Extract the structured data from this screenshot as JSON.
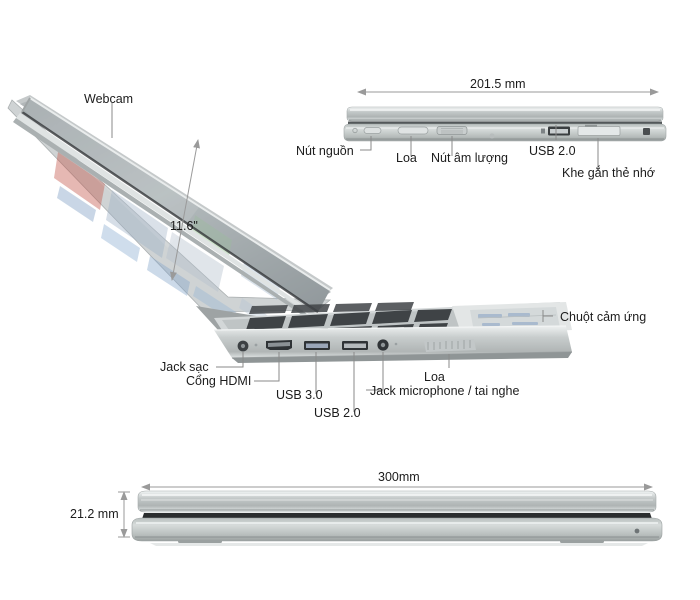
{
  "figure": {
    "subject": "laptop-dimension-diagram",
    "background_color": "#ffffff",
    "text_color": "#1c1c1c",
    "leader_line_color": "#8a8a8a",
    "body_silver": "#c9cdce",
    "body_silver_light": "#eef1f2",
    "body_shadow": "#7e8486",
    "screen_dark": "#6f7478",
    "key_dark": "#3a3d40"
  },
  "views": {
    "open_laptop": {
      "name": "open-laptop-three-quarter-view",
      "screen_size_label": "11.6\"",
      "callouts": {
        "webcam": "Webcam",
        "charging_jack": "Jack sạc",
        "hdmi_port": "Cổng HDMI",
        "usb30": "USB 3.0",
        "usb20": "USB 2.0",
        "mic_headphone_jack": "Jack microphone / tai nghe",
        "speaker": "Loa",
        "touchpad": "Chuột cảm ứng"
      }
    },
    "top_edge": {
      "name": "top-edge-view",
      "width_dimension": "201.5 mm",
      "callouts": {
        "power_button": "Nút nguồn",
        "speaker": "Loa",
        "volume_button": "Nút âm lượng",
        "usb20": "USB 2.0",
        "card_slot": "Khe gắn thẻ nhớ"
      }
    },
    "closed_laptop": {
      "name": "closed-laptop-front-view",
      "width_dimension": "300mm",
      "height_dimension": "21.2 mm"
    }
  }
}
